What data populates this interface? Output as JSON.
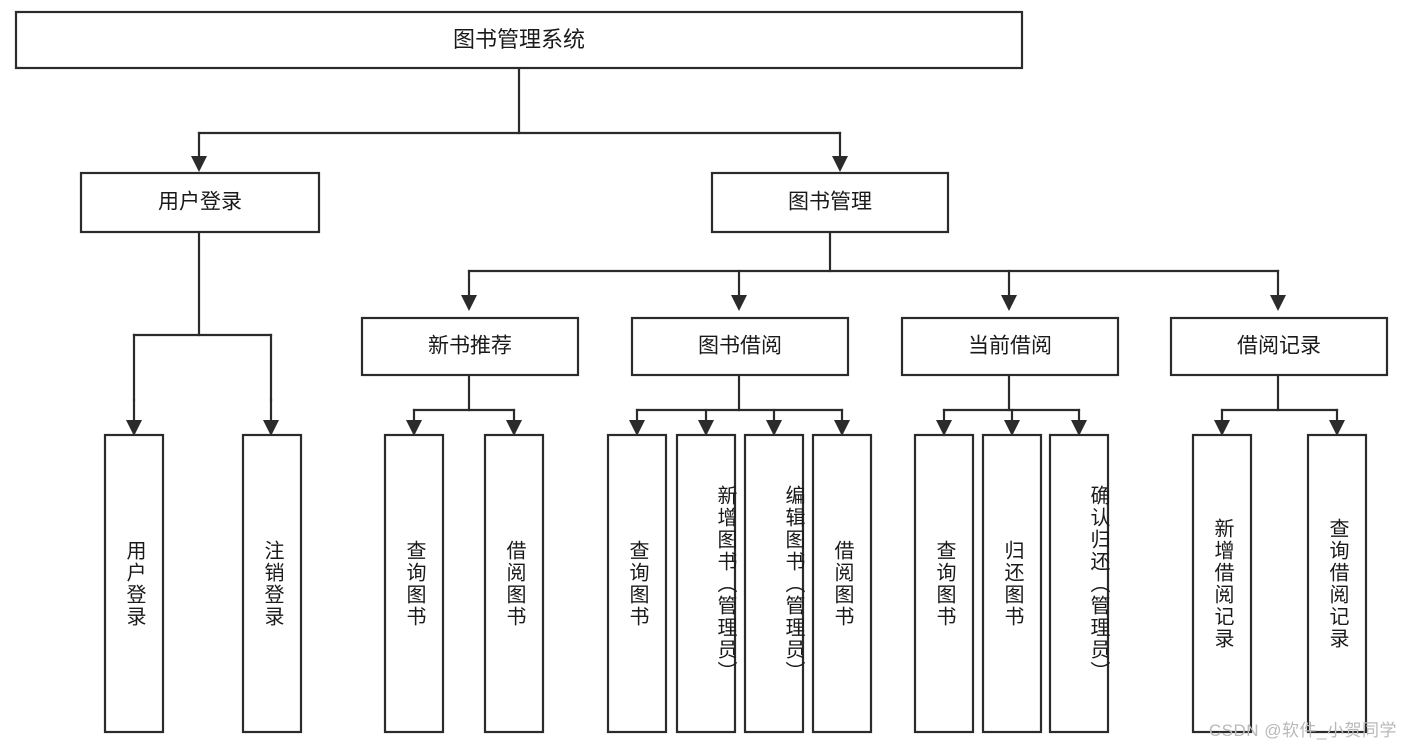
{
  "diagram": {
    "title": "图书管理系统",
    "type": "hierarchy-tree",
    "watermark": "CSDN @软件_小贺同学",
    "colors": {
      "box_stroke": "#2b2b2b",
      "box_fill": "#ffffff",
      "text": "#1a1a1a",
      "connector": "#2b2b2b",
      "watermark": "#b9b9b9",
      "background": "#ffffff"
    },
    "root": {
      "label": "图书管理系统"
    },
    "level2": [
      {
        "label": "用户登录"
      },
      {
        "label": "图书管理"
      }
    ],
    "level3": [
      {
        "label": "新书推荐"
      },
      {
        "label": "图书借阅"
      },
      {
        "label": "当前借阅"
      },
      {
        "label": "借阅记录"
      }
    ],
    "leaves": {
      "user_login": [
        {
          "label": "用户登录"
        },
        {
          "label": "注销登录"
        }
      ],
      "new_book_recommend": [
        {
          "label": "查询图书"
        },
        {
          "label": "借阅图书"
        }
      ],
      "book_borrow": [
        {
          "label": "查询图书"
        },
        {
          "label": "新增图书（管理员）"
        },
        {
          "label": "编辑图书（管理员）"
        },
        {
          "label": "借阅图书"
        }
      ],
      "current_borrow": [
        {
          "label": "查询图书"
        },
        {
          "label": "归还图书"
        },
        {
          "label": "确认归还（管理员）"
        }
      ],
      "borrow_record": [
        {
          "label": "新增借阅记录"
        },
        {
          "label": "查询借阅记录"
        }
      ]
    }
  }
}
